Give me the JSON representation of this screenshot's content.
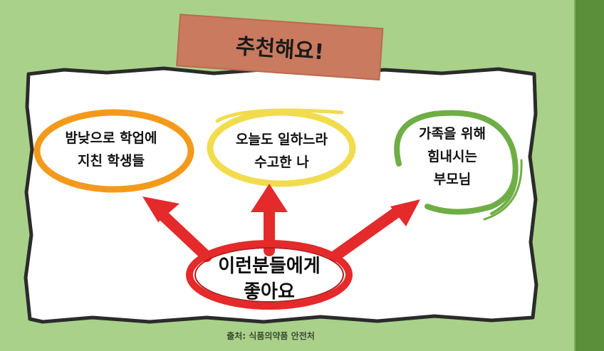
{
  "title": "추천해요!",
  "bubbles": [
    {
      "line1": "밤낮으로 학업에",
      "line2": "지친 학생들",
      "color": "#f39a1c"
    },
    {
      "line1": "오늘도 일하느라",
      "line2": "수고한 나",
      "color": "#f1dc4e"
    },
    {
      "line1": "가족을 위해",
      "line2": "힘내시는",
      "line3": "부모님",
      "color": "#6fae46"
    }
  ],
  "center": {
    "line1": "이런분들에게",
    "line2": "좋아요",
    "color": "#e42a2a"
  },
  "source": "출처: 식품의약품 안전처",
  "colors": {
    "background": "#a9d18a",
    "sidebar": "#5b8f3a",
    "tape": "#c97a5f",
    "arrow": "#e42a2a"
  }
}
